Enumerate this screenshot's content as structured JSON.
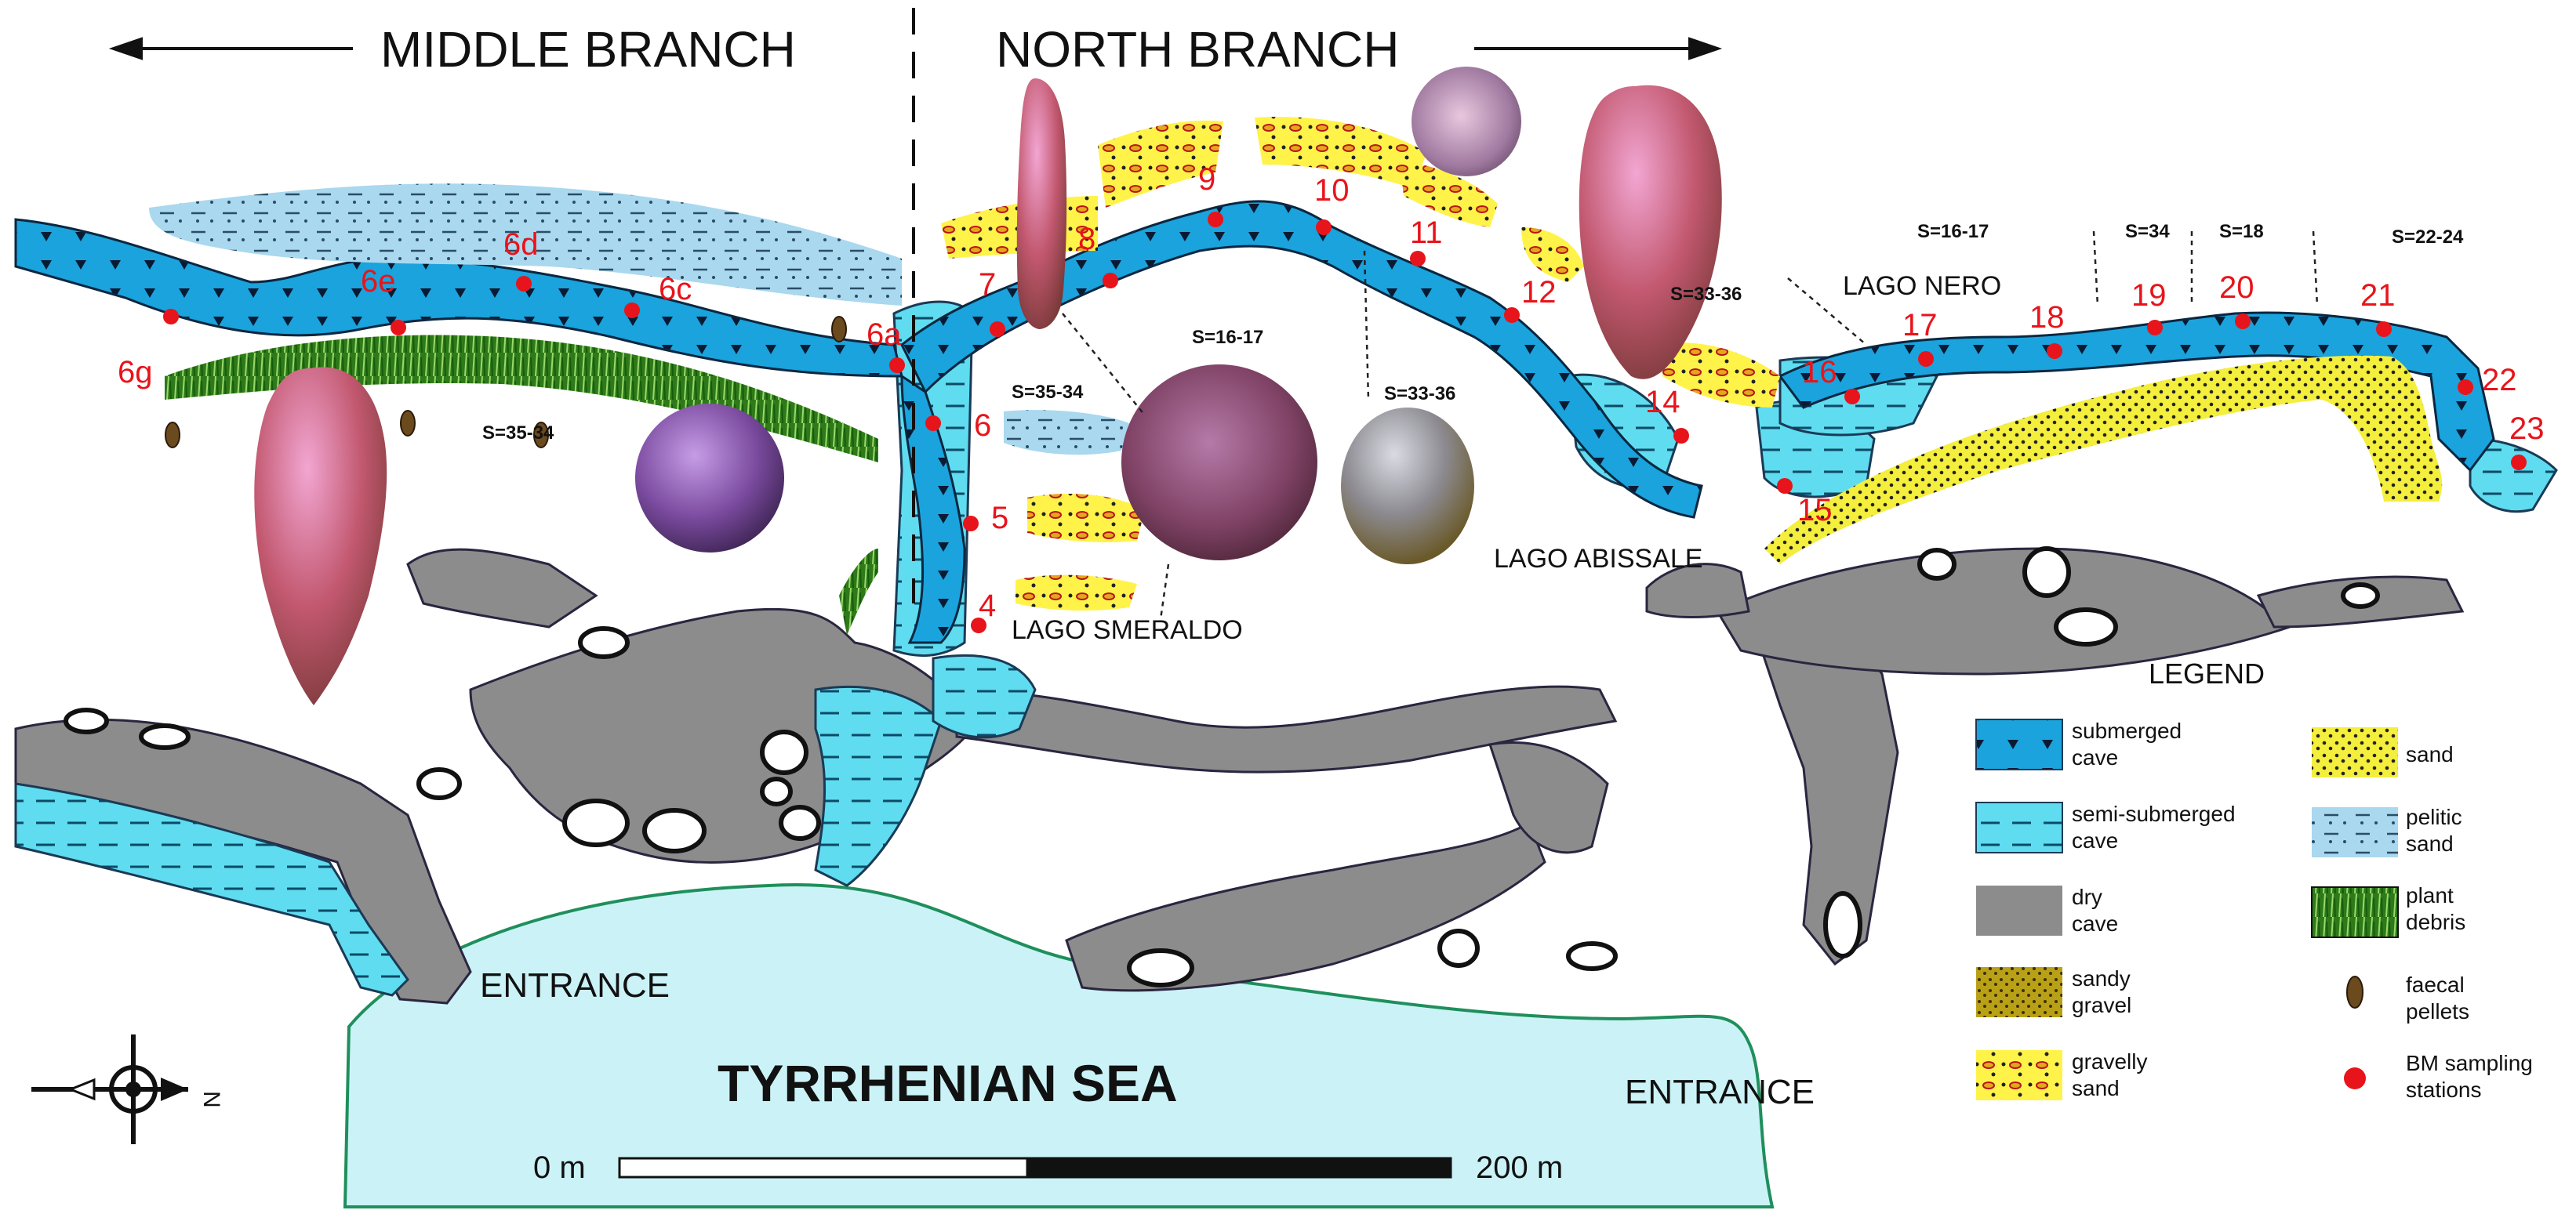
{
  "headers": {
    "middle_branch": "MIDDLE BRANCH",
    "north_branch": "NORTH BRANCH"
  },
  "stations": [
    {
      "id": "6g",
      "label": "6g"
    },
    {
      "id": "6e",
      "label": "6e"
    },
    {
      "id": "6d",
      "label": "6d"
    },
    {
      "id": "6c",
      "label": "6c"
    },
    {
      "id": "6a",
      "label": "6a"
    },
    {
      "id": "7",
      "label": "7"
    },
    {
      "id": "8",
      "label": "8"
    },
    {
      "id": "9",
      "label": "9"
    },
    {
      "id": "10",
      "label": "10"
    },
    {
      "id": "11",
      "label": "11"
    },
    {
      "id": "12",
      "label": "12"
    },
    {
      "id": "6",
      "label": "6"
    },
    {
      "id": "5",
      "label": "5"
    },
    {
      "id": "4",
      "label": "4"
    },
    {
      "id": "14",
      "label": "14"
    },
    {
      "id": "15",
      "label": "15"
    },
    {
      "id": "16",
      "label": "16"
    },
    {
      "id": "17",
      "label": "17"
    },
    {
      "id": "18",
      "label": "18"
    },
    {
      "id": "19",
      "label": "19"
    },
    {
      "id": "20",
      "label": "20"
    },
    {
      "id": "21",
      "label": "21"
    },
    {
      "id": "22",
      "label": "22"
    },
    {
      "id": "23",
      "label": "23"
    }
  ],
  "salinity_labels": [
    "S=35-34",
    "S=35-34",
    "S=16-17",
    "S=33-36",
    "S=33-36",
    "S=16-17",
    "S=34",
    "S=18",
    "S=22-24"
  ],
  "places": {
    "lago_smeraldo": "LAGO SMERALDO",
    "lago_abissale": "LAGO ABISSALE",
    "lago_nero": "LAGO NERO",
    "entrance_left": "ENTRANCE",
    "entrance_right": "ENTRANCE",
    "sea": "TYRRHENIAN SEA"
  },
  "compass": {
    "north_letter": "N"
  },
  "scale_bar": {
    "start_label": "0 m",
    "end_label": "200 m"
  },
  "legend": {
    "title": "LEGEND",
    "items": [
      {
        "key": "submerged",
        "line1": "submerged",
        "line2": "cave",
        "color": "#1aa3dc"
      },
      {
        "key": "semi",
        "line1": "semi-submerged",
        "line2": "cave",
        "color": "#5fdcf0"
      },
      {
        "key": "dry",
        "line1": "dry",
        "line2": "cave",
        "color": "#8c8c8c"
      },
      {
        "key": "sandy_gravel",
        "line1": "sandy",
        "line2": "gravel",
        "color": "#b9a117"
      },
      {
        "key": "gravelly_sand",
        "line1": "gravelly",
        "line2": "sand",
        "color": "#fff34a"
      },
      {
        "key": "sand",
        "line1": "sand",
        "line2": "",
        "color": "#f1ea3c"
      },
      {
        "key": "pelitic",
        "line1": "pelitic",
        "line2": "sand",
        "color": "#a9d8ef"
      },
      {
        "key": "plant",
        "line1": "plant",
        "line2": "debris",
        "color": "#2f7d1b"
      },
      {
        "key": "faecal",
        "line1": "faecal",
        "line2": "pellets",
        "color": "#6b4a1e"
      },
      {
        "key": "bm",
        "line1": "BM sampling",
        "line2": "stations",
        "color": "#e8141b"
      }
    ]
  }
}
